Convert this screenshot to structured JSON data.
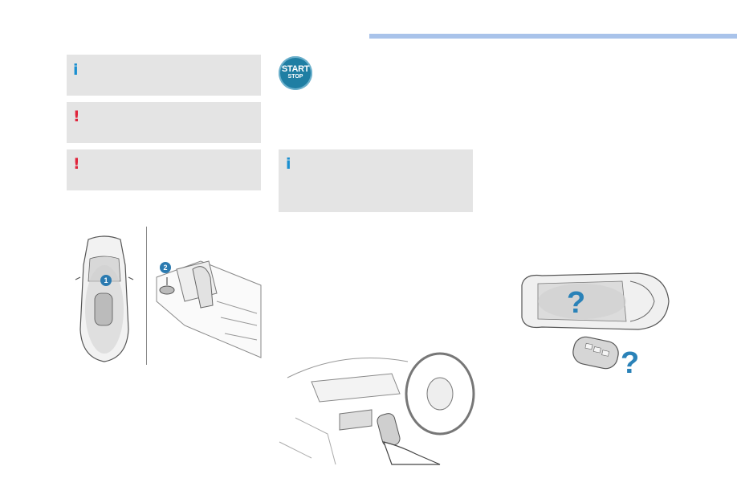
{
  "notes": {
    "info_1": {
      "icon": "info-icon",
      "glyph": "i"
    },
    "warning_1": {
      "icon": "warning-icon",
      "glyph": "!"
    },
    "warning_2": {
      "icon": "warning-icon",
      "glyph": "!"
    },
    "info_2": {
      "icon": "info-icon",
      "glyph": "i"
    }
  },
  "start_stop_button": {
    "line1": "START",
    "line2": "STOP"
  },
  "figures": {
    "top_view_callout": "1",
    "console_callout": "2",
    "unknown_key_marks": [
      "?",
      "?"
    ]
  },
  "colors": {
    "header_bar": "#a9c3ea",
    "note_background": "#e4e4e4",
    "info_accent": "#1a8fd0",
    "warning_accent": "#e0243b",
    "start_button": "#1f7ea3",
    "callout": "#2a7ab0",
    "question_mark": "#2a82b8"
  }
}
